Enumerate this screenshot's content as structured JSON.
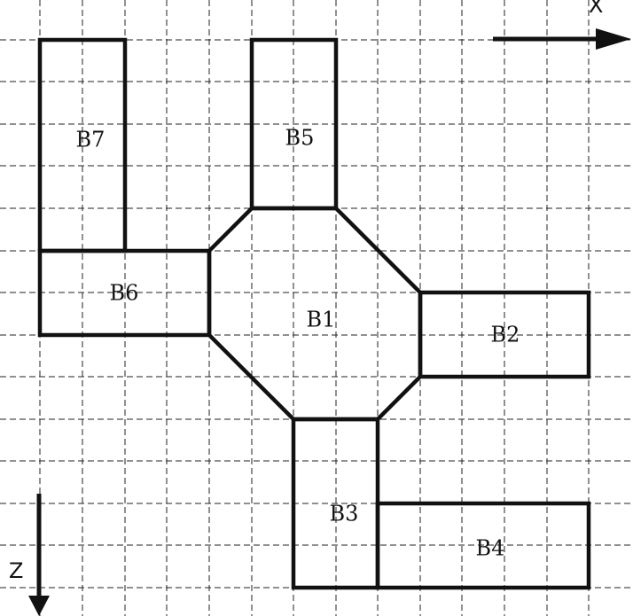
{
  "axes": {
    "x_label": "X",
    "z_label": "Z"
  },
  "blocks": [
    {
      "id": "B1",
      "label": "B1"
    },
    {
      "id": "B2",
      "label": "B2"
    },
    {
      "id": "B3",
      "label": "B3"
    },
    {
      "id": "B4",
      "label": "B4"
    },
    {
      "id": "B5",
      "label": "B5"
    },
    {
      "id": "B6",
      "label": "B6"
    },
    {
      "id": "B7",
      "label": "B7"
    }
  ],
  "colors": {
    "line": "#111111",
    "background": "#ffffff"
  }
}
